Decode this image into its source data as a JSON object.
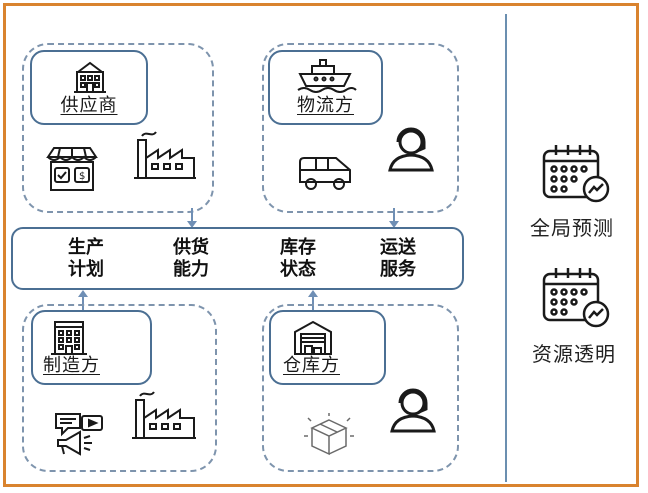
{
  "groups": {
    "supplier": {
      "label": "供应商"
    },
    "logistics": {
      "label": "物流方"
    },
    "manufacturer": {
      "label": "制造方"
    },
    "warehouse": {
      "label": "仓库方"
    }
  },
  "center_bar": {
    "items": [
      {
        "line1": "生产",
        "line2": "计划"
      },
      {
        "line1": "供货",
        "line2": "能力"
      },
      {
        "line1": "库存",
        "line2": "状态"
      },
      {
        "line1": "运送",
        "line2": "服务"
      }
    ]
  },
  "side": {
    "forecast_label": "全局预测",
    "transparency_label": "资源透明"
  },
  "colors": {
    "frame": "#d9832e",
    "border": "#4b6f93",
    "dashed": "#7e94ad",
    "arrow": "#6f8fb5",
    "icon": "#1a1a1a"
  }
}
